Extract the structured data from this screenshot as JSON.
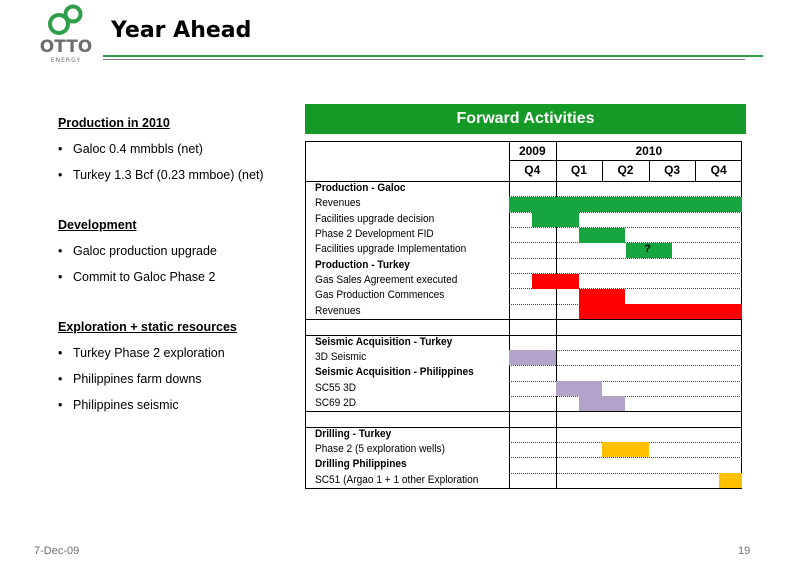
{
  "logo": {
    "name": "OTTO",
    "sub": "ENERGY"
  },
  "title": "Year Ahead",
  "left": {
    "sections": [
      {
        "heading": "Production in 2010",
        "items": [
          "Galoc 0.4 mmbbls (net)",
          "Turkey 1.3 Bcf (0.23 mmboe) (net)"
        ]
      },
      {
        "heading": "Development",
        "items": [
          "Galoc production upgrade",
          "Commit to Galoc  Phase 2"
        ]
      },
      {
        "heading": "Exploration + static resources",
        "items": [
          "Turkey Phase 2 exploration",
          "Philippines farm downs",
          "Philippines seismic"
        ]
      }
    ],
    "bullet": "•"
  },
  "forward": {
    "header": "Forward Activities",
    "years": [
      "2009",
      "2010"
    ],
    "quarters": [
      "Q4",
      "Q1",
      "Q2",
      "Q3",
      "Q4"
    ],
    "rows": [
      {
        "label": "Production - Galoc",
        "bold": true
      },
      {
        "label": "Revenues",
        "start": 0,
        "end": 5,
        "color": "#17a540"
      },
      {
        "label": "Facilities upgrade decision",
        "start": 0.5,
        "end": 1.5,
        "color": "#17a540"
      },
      {
        "label": "Phase 2 Development FID",
        "start": 1.5,
        "end": 2.5,
        "color": "#17a540"
      },
      {
        "label": "Facilities upgrade Implementation",
        "start": 2.5,
        "end": 3.5,
        "color": "#17a540",
        "note": "?"
      },
      {
        "label": "Production - Turkey",
        "bold": true
      },
      {
        "label": "Gas Sales Agreement executed",
        "start": 0.5,
        "end": 1.5,
        "color": "#ff0000"
      },
      {
        "label": "Gas Production Commences",
        "start": 1.5,
        "end": 2.5,
        "color": "#ff0000"
      },
      {
        "label": "Revenues",
        "start": 1.5,
        "end": 5,
        "color": "#ff0000"
      },
      {
        "label": ""
      },
      {
        "label": "Seismic Acquisition - Turkey",
        "bold": true
      },
      {
        "label": "3D Seismic",
        "start": 0,
        "end": 1,
        "color": "#b4a3c8"
      },
      {
        "label": "Seismic Acquisition - Philippines",
        "bold": true
      },
      {
        "label": "SC55 3D",
        "start": 1,
        "end": 2,
        "color": "#b4a3c8"
      },
      {
        "label": "SC69 2D",
        "start": 1.5,
        "end": 2.5,
        "color": "#b4a3c8"
      },
      {
        "label": ""
      },
      {
        "label": "Drilling - Turkey",
        "bold": true
      },
      {
        "label": "Phase 2 (5 exploration wells)",
        "start": 2,
        "end": 3,
        "color": "#ffc000"
      },
      {
        "label": "Drilling Philippines",
        "bold": true
      },
      {
        "label": "SC51 (Argao 1 + 1 other Exploration",
        "start": 4.5,
        "end": 5,
        "color": "#ffc000"
      }
    ]
  },
  "footer": {
    "date": "7-Dec-09",
    "page": "19"
  }
}
